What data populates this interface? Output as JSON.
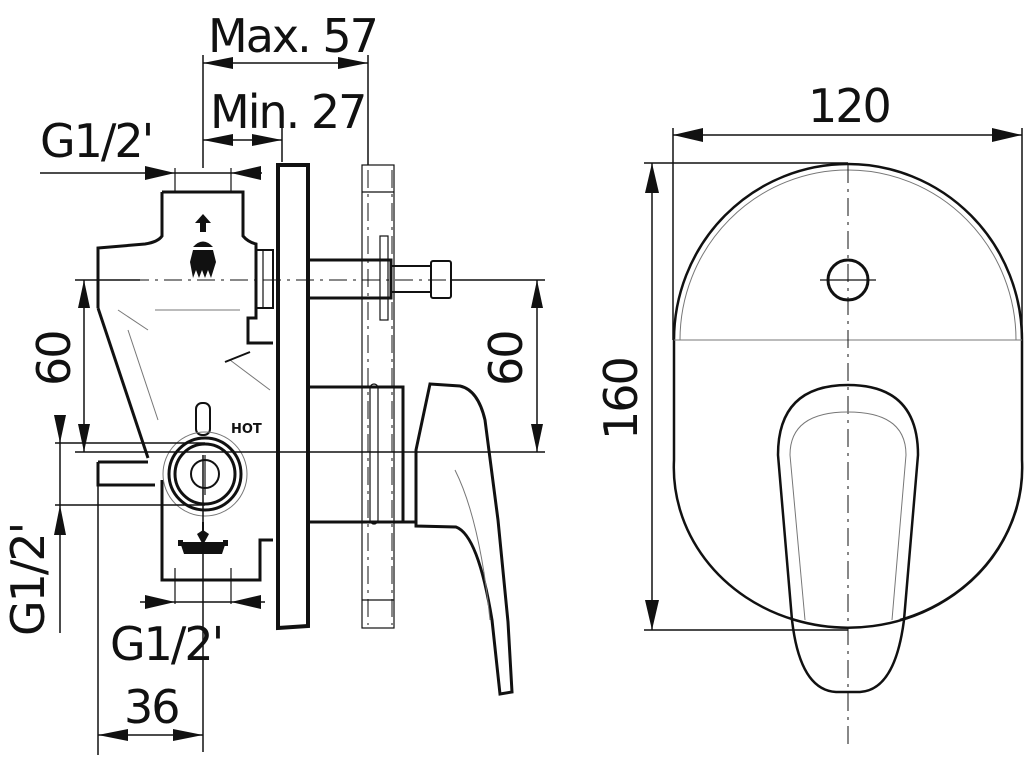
{
  "drawing": {
    "title": "Concealed shower/bath mixer technical drawing",
    "side_view": {
      "dimensions": {
        "max_depth": "Max. 57",
        "min_depth": "Min. 27",
        "top_inlet": "G1/2'",
        "left_vertical_spacing": "60",
        "left_inlet": "G1/2'",
        "bottom_outlet": "G1/2'",
        "bottom_offset": "36",
        "right_vertical_spacing": "60"
      },
      "labels": {
        "hot": "HOT"
      },
      "icons": [
        "shower-outlet-icon",
        "bath-outlet-icon"
      ]
    },
    "front_view": {
      "dimensions": {
        "width": "120",
        "height": "160"
      }
    }
  }
}
